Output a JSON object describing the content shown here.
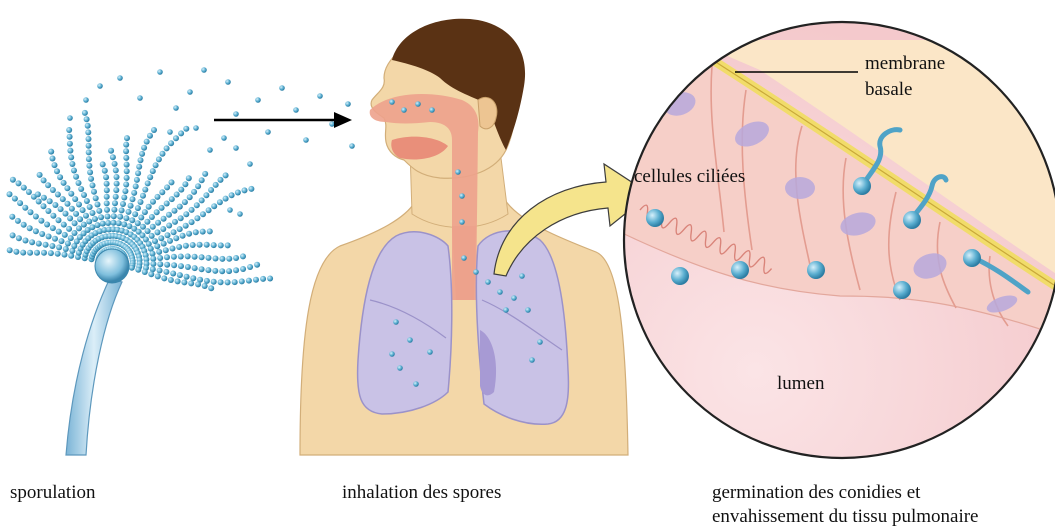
{
  "captions": {
    "sporulation": "sporulation",
    "inhalation": "inhalation des spores",
    "germination_line1": "germination des conidies et",
    "germination_line2": "envahissement du tissu pulmonaire"
  },
  "labels": {
    "membrane_line1": "membrane",
    "membrane_line2": "basale",
    "cilia_cells": "cellules ciliées",
    "lumen": "lumen"
  },
  "colors": {
    "spore": "#4fa3c7",
    "skin": "#f3d7a8",
    "airway": "#eda28c",
    "lung": "#c9c2e6",
    "hair": "#5a3214",
    "tissue": "#f6cfc8",
    "membrane": "#f1dc6a",
    "arrow": "#f5e48c"
  }
}
